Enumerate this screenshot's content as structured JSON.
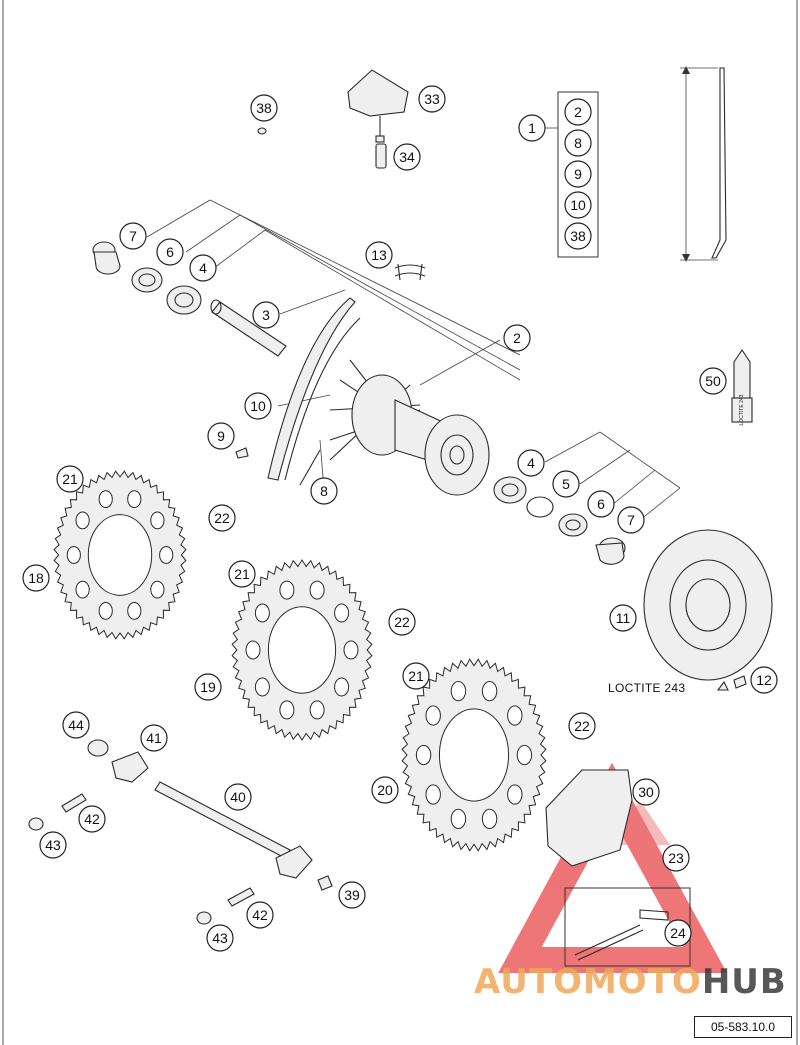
{
  "document_number": "05-583.10.0",
  "loctite_label": "LOCTITE 243",
  "cartridge_label": "LOCTITE 243",
  "watermark": {
    "part_a": "AUTOMOTO",
    "part_b": "HUB",
    "colors": {
      "accent": "#e8484a",
      "orange": "#f0a85a",
      "dark": "#3a3a3a"
    }
  },
  "kit_group_number": "1",
  "kit_group_items": [
    "2",
    "8",
    "9",
    "10",
    "38"
  ],
  "callouts": [
    "38",
    "33",
    "34",
    "7",
    "6",
    "4",
    "13",
    "3",
    "2",
    "10",
    "9",
    "8",
    "50",
    "21",
    "22",
    "18",
    "4",
    "5",
    "6",
    "7",
    "21",
    "22",
    "11",
    "12",
    "19",
    "21",
    "22",
    "44",
    "41",
    "40",
    "42",
    "43",
    "20",
    "30",
    "23",
    "39",
    "42",
    "24",
    "43"
  ]
}
